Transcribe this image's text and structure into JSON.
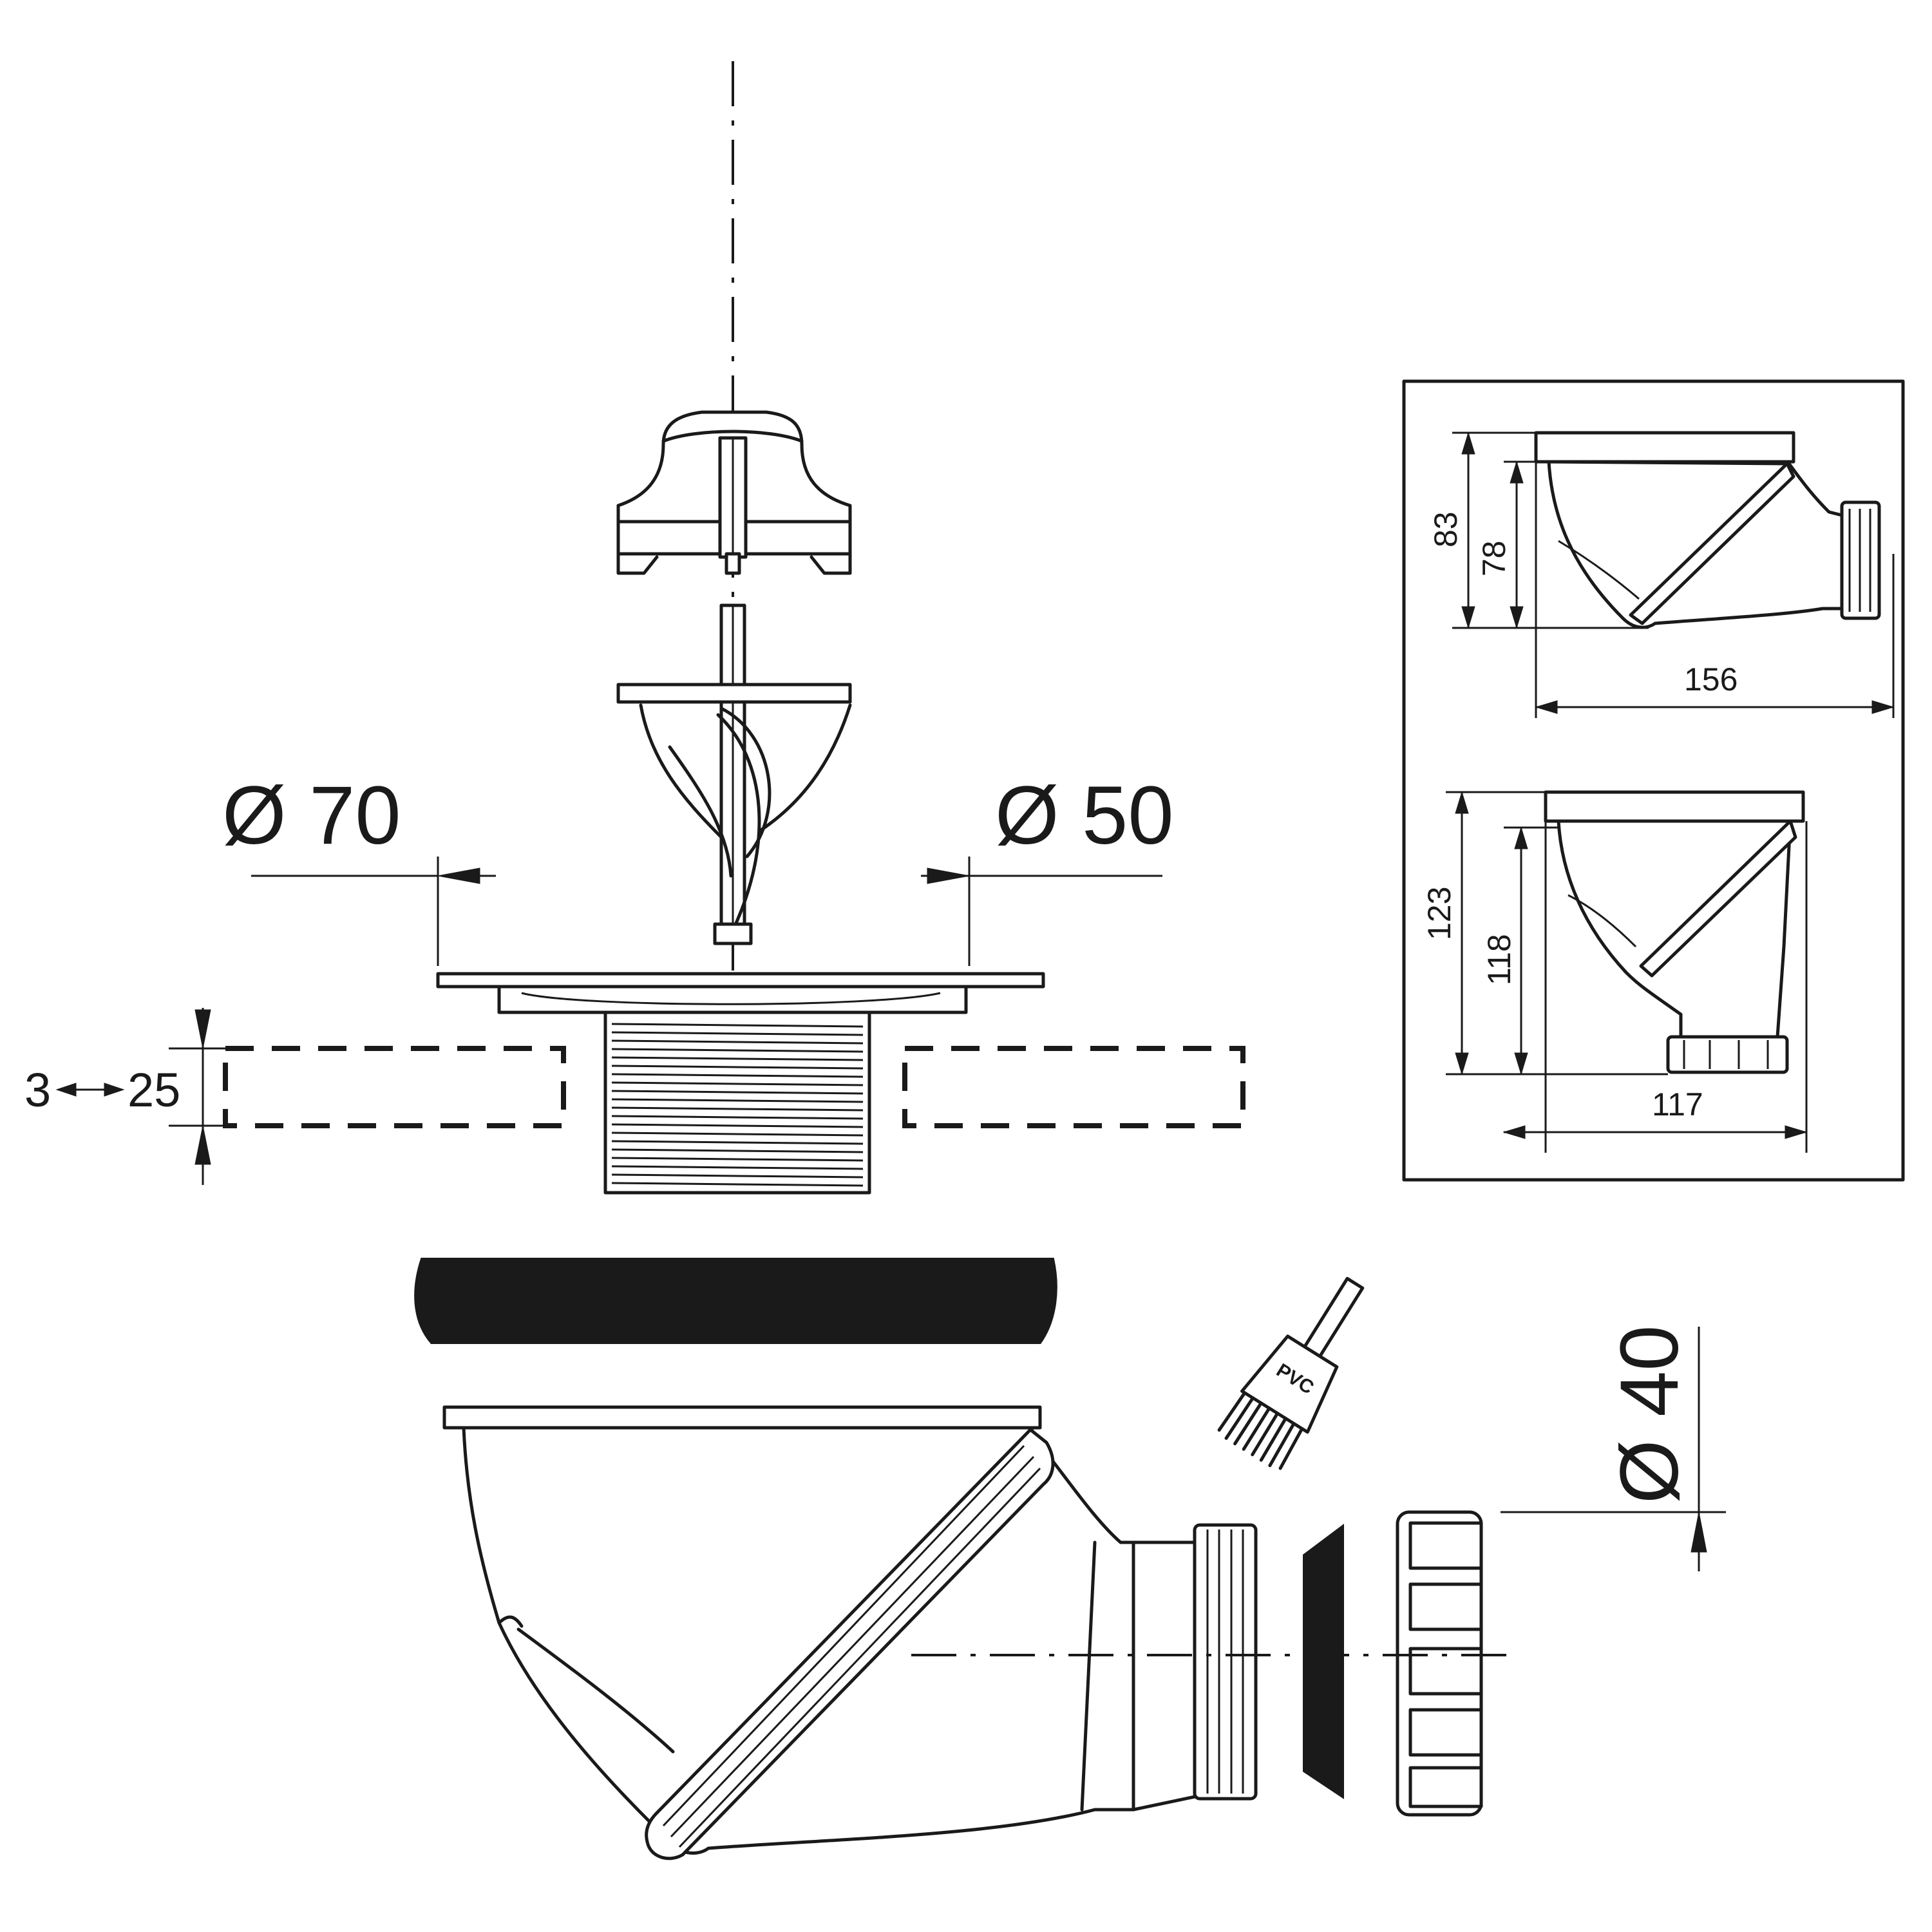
{
  "dimensions": {
    "inlet_diameter": "Ø 70",
    "plug_diameter": "Ø 50",
    "outlet_diameter": "Ø 40",
    "thickness_min": "3",
    "thickness_max": "25",
    "side_height_total": "83",
    "side_height_body": "78",
    "side_length": "156",
    "vertical_height_total": "123",
    "vertical_height_body": "118",
    "vertical_length": "117"
  },
  "brush_label": "PVC"
}
